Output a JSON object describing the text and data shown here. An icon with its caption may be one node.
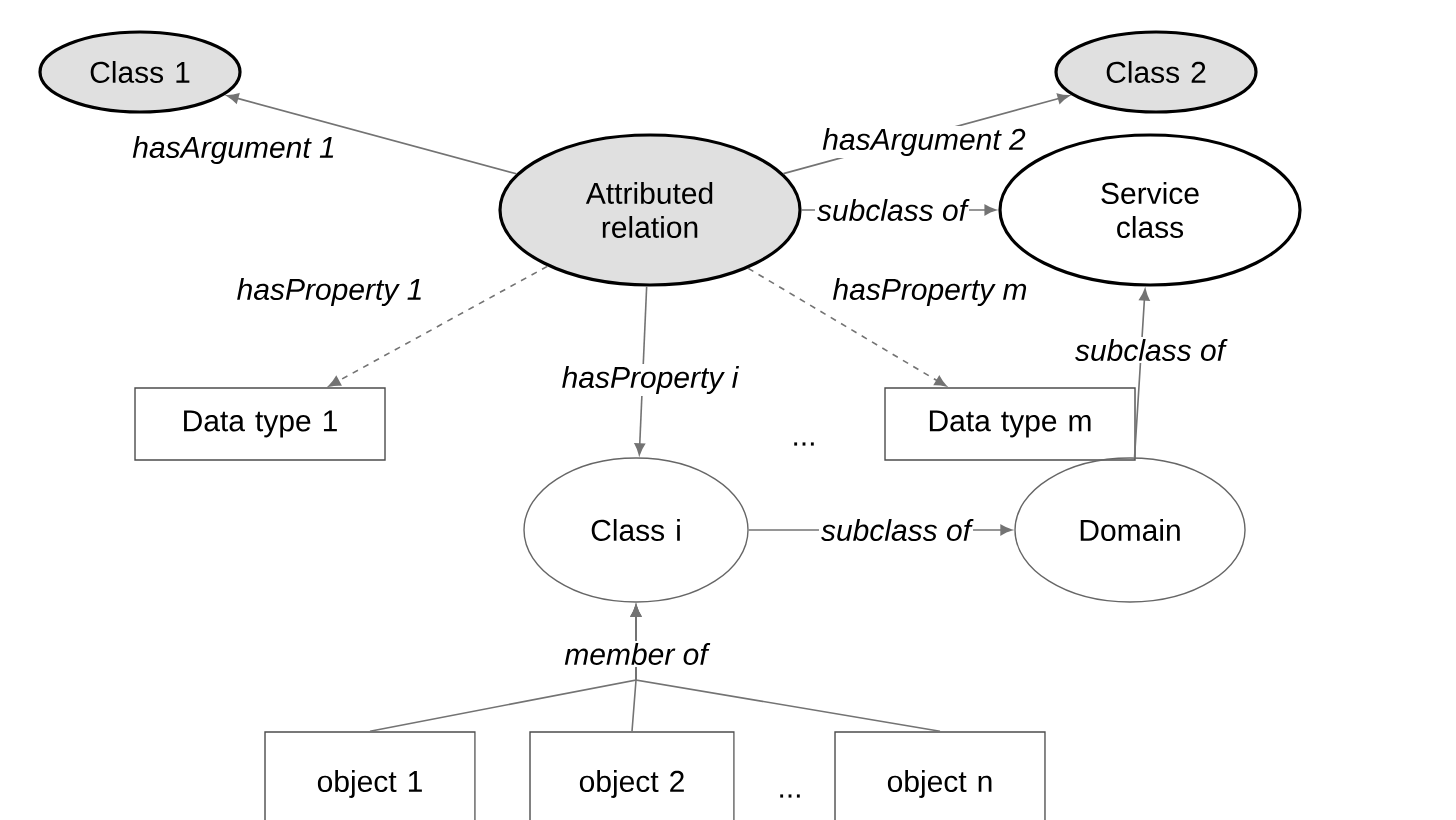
{
  "diagram": {
    "nodes": [
      {
        "text": [
          "Class 1"
        ]
      },
      {
        "text": [
          "Class 2"
        ]
      },
      {
        "text": [
          "Attributed relation"
        ]
      },
      {
        "text": [
          "Service class"
        ]
      },
      {
        "text": [
          "Data type 1"
        ]
      },
      {
        "text": [
          "Data type  m"
        ]
      },
      {
        "text": [
          "Class i"
        ]
      },
      {
        "text": [
          "Domain"
        ]
      },
      {
        "text": [
          "object 1"
        ]
      },
      {
        "text": [
          "object 2"
        ]
      },
      {
        "text": [
          "object n"
        ]
      }
    ],
    "edges": [
      {
        "from": 2,
        "to": 0,
        "arrow": "to",
        "label": "hasArgument 1"
      },
      {
        "from": 2,
        "to": 1,
        "arrow": "to",
        "label": "hasArgument  2"
      },
      {
        "from": 2,
        "to": 3,
        "arrow": "to",
        "label": "subclass of"
      },
      {
        "from": 2,
        "to": 4,
        "arrow": "to",
        "label": "hasProperty 1",
        "style": "dashed"
      },
      {
        "from": 2,
        "to": 5,
        "arrow": "to",
        "label": "hasProperty m",
        "style": "dashed"
      },
      {
        "from": 2,
        "to": 6,
        "arrow": "to",
        "label": "hasProperty i"
      },
      {
        "from": 6,
        "to": 7,
        "arrow": "to",
        "label": "subclass of"
      },
      {
        "from": 7,
        "to": 3,
        "arrow": "to",
        "label": "subclass of"
      },
      {
        "from": 8,
        "to": 6,
        "arrow": "to"
      },
      {
        "from": 9,
        "to": 6,
        "arrow": "to",
        "label": "member of"
      },
      {
        "from": 10,
        "to": 6,
        "arrow": "to"
      }
    ],
    "labels": [
      "...",
      "..."
    ]
  }
}
